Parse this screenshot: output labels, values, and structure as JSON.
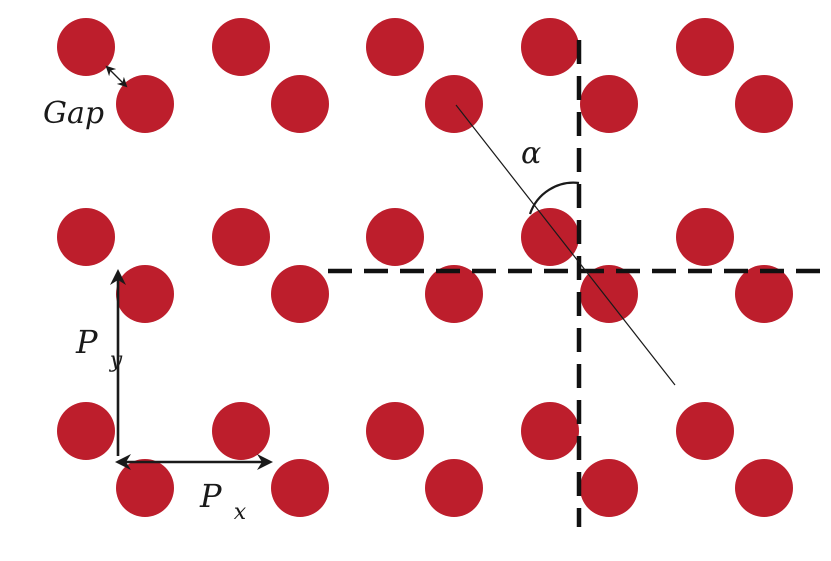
{
  "diagram": {
    "labels": {
      "gap": "Gap",
      "alpha": "α",
      "py_main": "P",
      "py_sub": "y",
      "px_main": "P",
      "px_sub": "x"
    },
    "colors": {
      "disk": "#bd1e2c",
      "line": "#1a1a1a",
      "dash": "#111111",
      "background": "#ffffff"
    },
    "lattice": {
      "columns": 5,
      "rows": 3,
      "disks_per_cell": 2
    }
  }
}
